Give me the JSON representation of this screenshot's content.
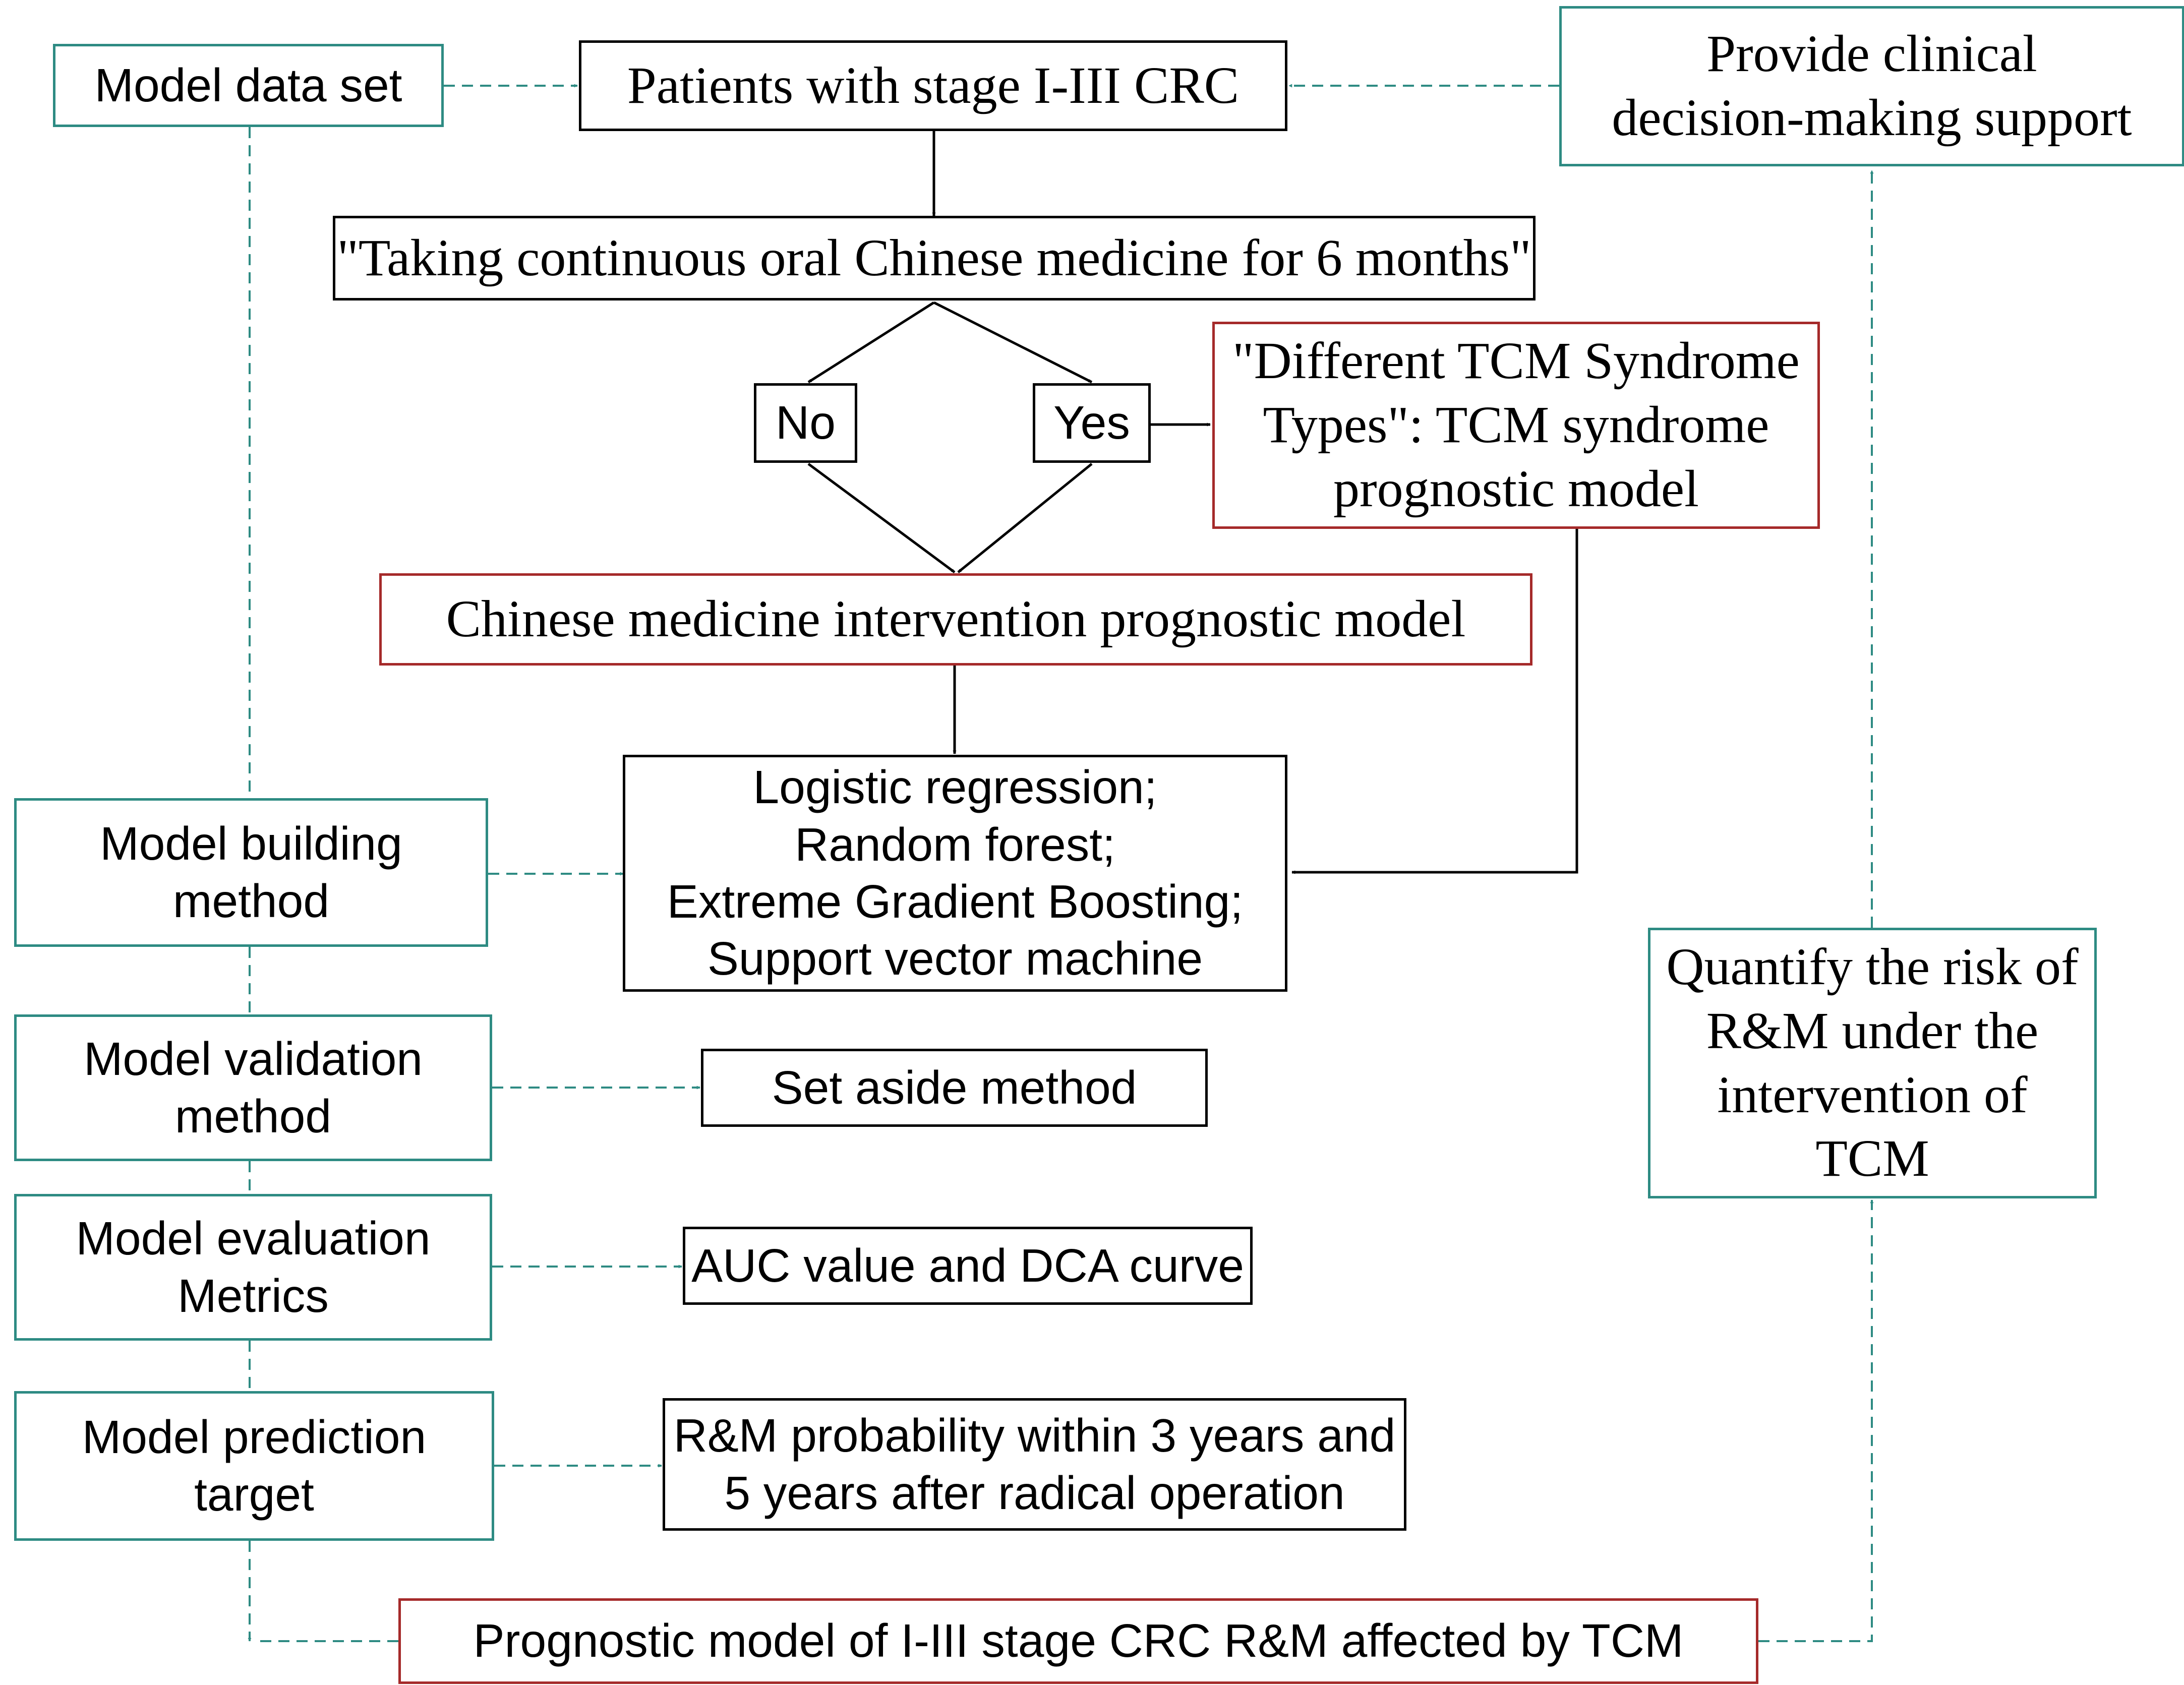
{
  "colors": {
    "black_box": "#000000",
    "highlight_box": "#a52a2a",
    "teal_box": "#2e8b83",
    "teal_connector": "#2e8b83"
  },
  "nodes": {
    "model_data_set": [
      "Model data set"
    ],
    "patients": [
      "Patients with stage I-III CRC"
    ],
    "clinical_support": [
      "Provide clinical",
      "decision-making support"
    ],
    "taking_medicine": [
      "\"Taking continuous oral Chinese medicine for 6 months\""
    ],
    "no": [
      "No"
    ],
    "yes": [
      "Yes"
    ],
    "syndrome_types": [
      "\"Different TCM Syndrome",
      "Types\": TCM syndrome",
      "prognostic model"
    ],
    "intervention_model": [
      "Chinese medicine intervention prognostic model"
    ],
    "methods": [
      "Logistic regression;",
      "Random forest;",
      "Extreme Gradient Boosting;",
      "Support vector machine"
    ],
    "model_building": [
      "Model building",
      "method"
    ],
    "model_validation": [
      "Model validation",
      "method"
    ],
    "set_aside": [
      "Set aside method"
    ],
    "model_evaluation": [
      "Model evaluation",
      "Metrics"
    ],
    "auc": [
      "AUC value and DCA curve"
    ],
    "model_prediction": [
      "Model prediction",
      "target"
    ],
    "probability": [
      "R&M probability within 3 years and",
      "5 years  after radical operation"
    ],
    "quantify_risk": [
      "Quantify the risk of",
      "R&M under the",
      "intervention of",
      "TCM"
    ],
    "final_model": [
      "Prognostic model of I-III stage CRC R&M affected by TCM"
    ]
  }
}
